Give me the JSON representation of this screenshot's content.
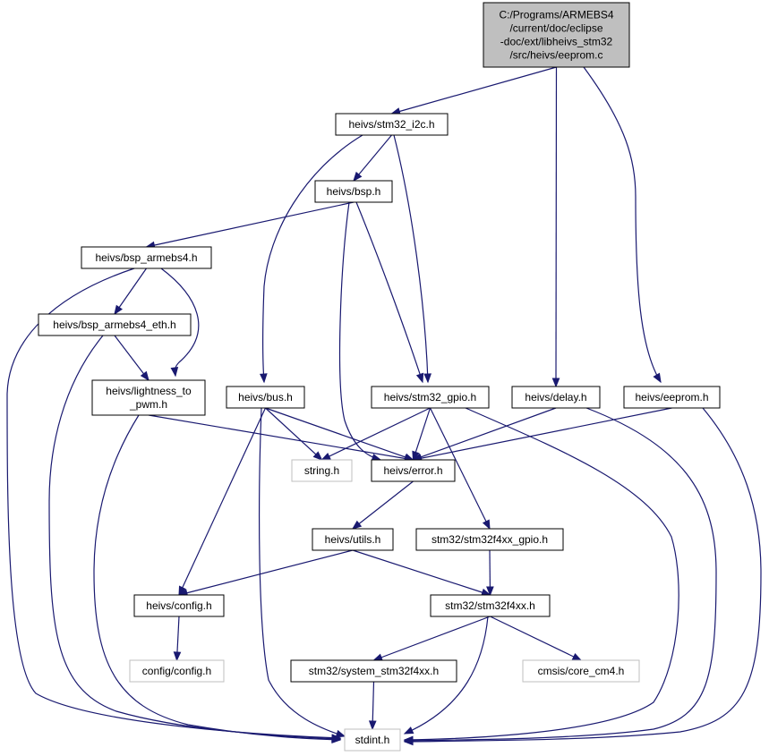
{
  "diagram": {
    "type": "include-dependency-graph",
    "colors": {
      "edge": "#191970",
      "root_fill": "#bfbfbf",
      "node_border": "#000000",
      "external_border": "#bfbfbf",
      "background": "#ffffff"
    },
    "nodes": [
      {
        "id": "root",
        "kind": "root",
        "lines": [
          "C:/Programs/ARMEBS4",
          "/current/doc/eclipse",
          "-doc/ext/libheivs_stm32",
          "/src/heivs/eeprom.c"
        ]
      },
      {
        "id": "i2c",
        "kind": "file",
        "lines": [
          "heivs/stm32_i2c.h"
        ]
      },
      {
        "id": "bsp",
        "kind": "file",
        "lines": [
          "heivs/bsp.h"
        ]
      },
      {
        "id": "bsp_armebs4",
        "kind": "file",
        "lines": [
          "heivs/bsp_armebs4.h"
        ]
      },
      {
        "id": "bsp_armebs4_eth",
        "kind": "file",
        "lines": [
          "heivs/bsp_armebs4_eth.h"
        ]
      },
      {
        "id": "lightness",
        "kind": "file",
        "lines": [
          "heivs/lightness_to",
          "_pwm.h"
        ]
      },
      {
        "id": "bus",
        "kind": "file",
        "lines": [
          "heivs/bus.h"
        ]
      },
      {
        "id": "gpio",
        "kind": "file",
        "lines": [
          "heivs/stm32_gpio.h"
        ]
      },
      {
        "id": "delay",
        "kind": "file",
        "lines": [
          "heivs/delay.h"
        ]
      },
      {
        "id": "eeprom",
        "kind": "file",
        "lines": [
          "heivs/eeprom.h"
        ]
      },
      {
        "id": "string",
        "kind": "external",
        "lines": [
          "string.h"
        ]
      },
      {
        "id": "error",
        "kind": "file",
        "lines": [
          "heivs/error.h"
        ]
      },
      {
        "id": "utils",
        "kind": "file",
        "lines": [
          "heivs/utils.h"
        ]
      },
      {
        "id": "f4gpio",
        "kind": "file",
        "lines": [
          "stm32/stm32f4xx_gpio.h"
        ]
      },
      {
        "id": "config",
        "kind": "file",
        "lines": [
          "heivs/config.h"
        ]
      },
      {
        "id": "f4xx",
        "kind": "file",
        "lines": [
          "stm32/stm32f4xx.h"
        ]
      },
      {
        "id": "cfgcfg",
        "kind": "external",
        "lines": [
          "config/config.h"
        ]
      },
      {
        "id": "sysf4",
        "kind": "file",
        "lines": [
          "stm32/system_stm32f4xx.h"
        ]
      },
      {
        "id": "core",
        "kind": "external",
        "lines": [
          "cmsis/core_cm4.h"
        ]
      },
      {
        "id": "stdint",
        "kind": "external",
        "lines": [
          "stdint.h"
        ]
      }
    ],
    "edges": [
      [
        "root",
        "i2c"
      ],
      [
        "root",
        "delay"
      ],
      [
        "root",
        "eeprom"
      ],
      [
        "i2c",
        "bsp"
      ],
      [
        "i2c",
        "bus"
      ],
      [
        "i2c",
        "gpio"
      ],
      [
        "bsp",
        "bsp_armebs4"
      ],
      [
        "bsp",
        "gpio"
      ],
      [
        "bsp",
        "error"
      ],
      [
        "bsp_armebs4",
        "bsp_armebs4_eth"
      ],
      [
        "bsp_armebs4",
        "lightness"
      ],
      [
        "bsp_armebs4",
        "stdint"
      ],
      [
        "bsp_armebs4_eth",
        "lightness"
      ],
      [
        "bsp_armebs4_eth",
        "stdint"
      ],
      [
        "lightness",
        "error"
      ],
      [
        "lightness",
        "stdint"
      ],
      [
        "bus",
        "string"
      ],
      [
        "bus",
        "error"
      ],
      [
        "bus",
        "config"
      ],
      [
        "bus",
        "stdint"
      ],
      [
        "gpio",
        "string"
      ],
      [
        "gpio",
        "error"
      ],
      [
        "gpio",
        "f4gpio"
      ],
      [
        "gpio",
        "stdint"
      ],
      [
        "delay",
        "error"
      ],
      [
        "delay",
        "stdint"
      ],
      [
        "eeprom",
        "error"
      ],
      [
        "eeprom",
        "stdint"
      ],
      [
        "error",
        "utils"
      ],
      [
        "utils",
        "config"
      ],
      [
        "utils",
        "f4xx"
      ],
      [
        "f4gpio",
        "f4xx"
      ],
      [
        "config",
        "cfgcfg"
      ],
      [
        "f4xx",
        "sysf4"
      ],
      [
        "f4xx",
        "core"
      ],
      [
        "f4xx",
        "stdint"
      ],
      [
        "sysf4",
        "stdint"
      ]
    ]
  }
}
